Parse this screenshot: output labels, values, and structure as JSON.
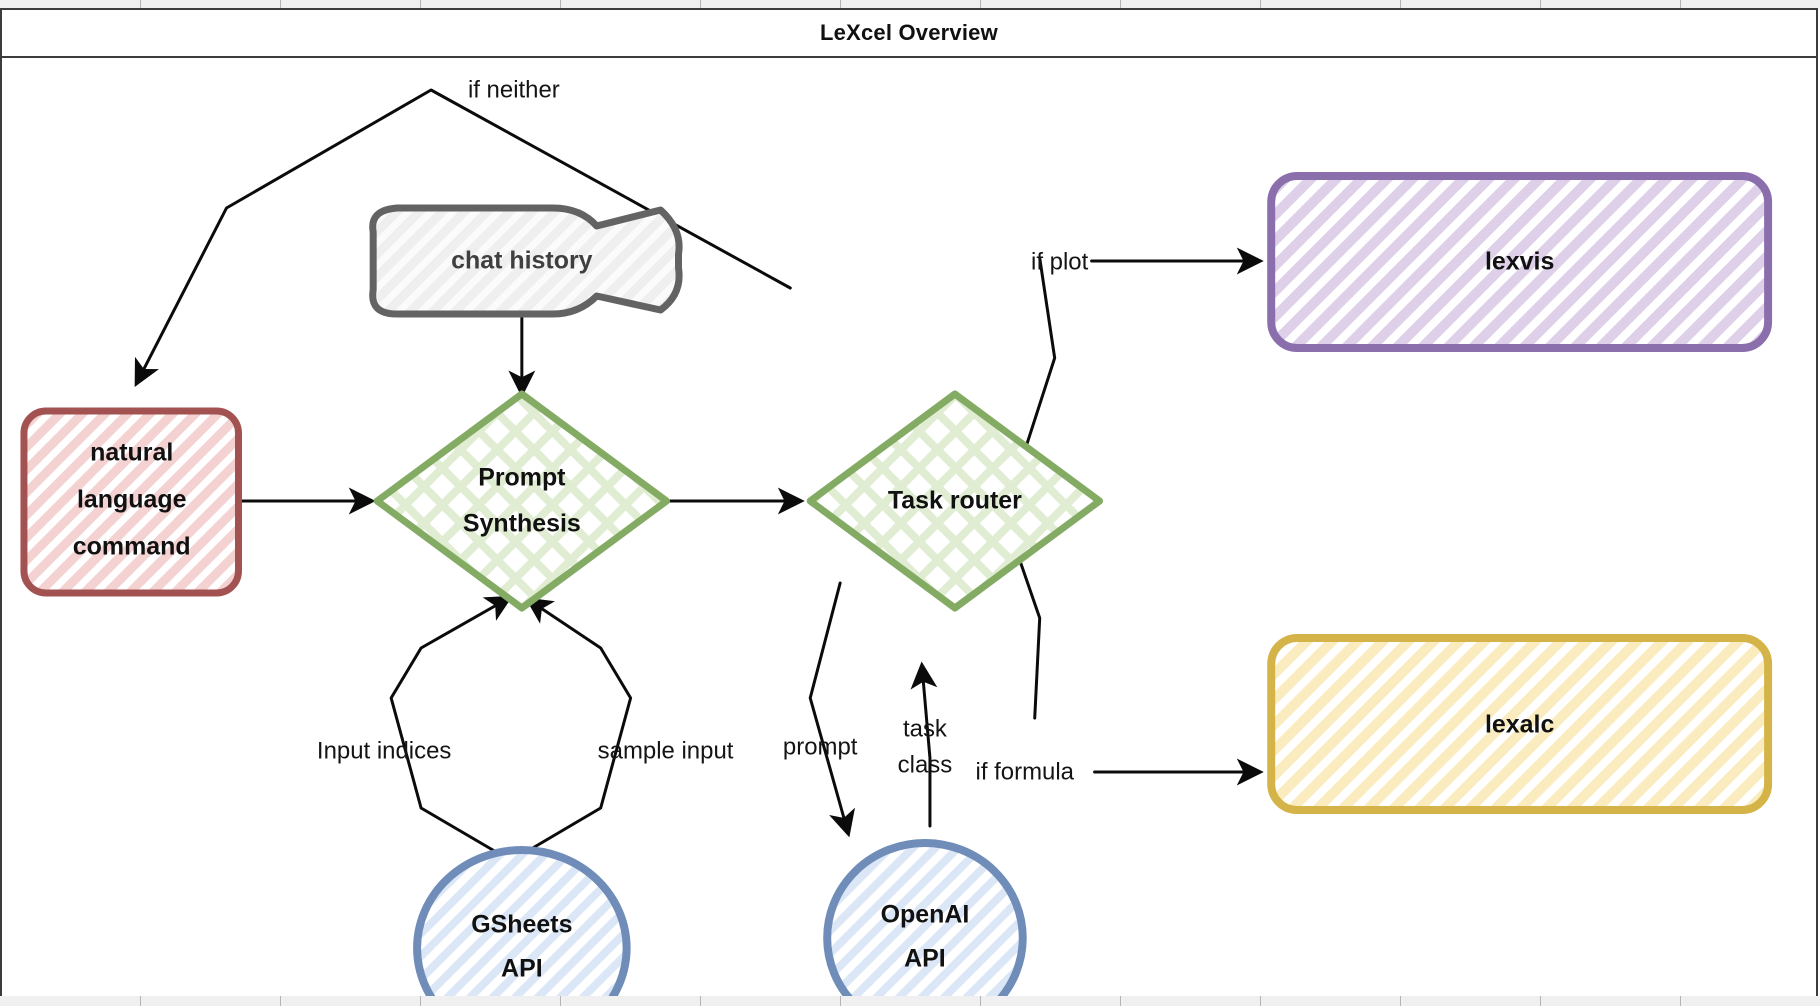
{
  "window": {
    "title": "LeXcel Overview"
  },
  "ruler": {
    "tick_count": 12
  },
  "diagram": {
    "type": "flowchart",
    "nodes": [
      {
        "id": "nlc",
        "label_lines": [
          "natural",
          "language",
          "command"
        ],
        "shape": "rounded-rect",
        "stroke": "#a35252",
        "fill": "#f7dede",
        "hatch": "diagonal-stripe",
        "hatch_color": "#f1c9c9"
      },
      {
        "id": "chat_history",
        "label_lines": [
          "chat history"
        ],
        "shape": "octagon",
        "stroke": "#636363",
        "fill": "#f7f7f7",
        "hatch": "diagonal-stripe",
        "hatch_color": "#ebebeb"
      },
      {
        "id": "prompt_synthesis",
        "label_lines": [
          "Prompt",
          "Synthesis"
        ],
        "shape": "diamond",
        "stroke": "#84ab63",
        "fill": "#ffffff",
        "hatch": "cross-hatch",
        "hatch_color": "#dcead0"
      },
      {
        "id": "task_router",
        "label_lines": [
          "Task router"
        ],
        "shape": "diamond",
        "stroke": "#84ab63",
        "fill": "#ffffff",
        "hatch": "cross-hatch",
        "hatch_color": "#dcead0"
      },
      {
        "id": "lexvis",
        "label_lines": [
          "lexvis"
        ],
        "shape": "rounded-rect",
        "stroke": "#8b6fad",
        "fill": "#e7ddee",
        "hatch": "diagonal-stripe",
        "hatch_color": "#cdbcdb"
      },
      {
        "id": "lexalc",
        "label_lines": [
          "lexalc"
        ],
        "shape": "rounded-rect",
        "stroke": "#d5b martial",
        "fill": "#fcf2cf",
        "hatch": "diagonal-stripe",
        "hatch_color": "#f5e3ab"
      },
      {
        "id": "gsheets_api",
        "label_lines": [
          "GSheets",
          "API"
        ],
        "shape": "circle",
        "stroke": "#6f8db8",
        "fill": "#ffffff",
        "hatch": "diagonal-stripe",
        "hatch_color": "#d6e3f5"
      },
      {
        "id": "openai_api",
        "label_lines": [
          "OpenAI",
          "API"
        ],
        "shape": "circle",
        "stroke": "#6f8db8",
        "fill": "#ffffff",
        "hatch": "diagonal-stripe",
        "hatch_color": "#d6e3f5"
      }
    ],
    "edges": [
      {
        "id": "e-neither-left",
        "from": "if-neither-junction",
        "to": "nlc",
        "label": "if neither"
      },
      {
        "id": "e-neither-right",
        "from": "task_router",
        "to": "if-neither-junction",
        "label": ""
      },
      {
        "id": "e-chat",
        "from": "chat_history",
        "to": "prompt_synthesis",
        "label": ""
      },
      {
        "id": "e-nlc",
        "from": "nlc",
        "to": "prompt_synthesis",
        "label": ""
      },
      {
        "id": "e-ps-tr",
        "from": "prompt_synthesis",
        "to": "task_router",
        "label": ""
      },
      {
        "id": "e-indices",
        "from": "gsheets_api",
        "to": "prompt_synthesis",
        "label": "Input indices"
      },
      {
        "id": "e-sample",
        "from": "gsheets_api",
        "to": "prompt_synthesis",
        "label": "sample input"
      },
      {
        "id": "e-prompt",
        "from": "task_router",
        "to": "openai_api",
        "label": "prompt"
      },
      {
        "id": "e-taskclass",
        "from": "openai_api",
        "to": "task_router",
        "label": "task class"
      },
      {
        "id": "e-plot",
        "from": "task_router",
        "to": "lexvis",
        "label": "if plot"
      },
      {
        "id": "e-formula",
        "from": "task_router",
        "to": "lexalc",
        "label": "if formula"
      }
    ],
    "labels": {
      "if_neither": "if neither",
      "input_indices": "Input indices",
      "sample_input": "sample input",
      "prompt": "prompt",
      "task_class_line1": "task",
      "task_class_line2": "class",
      "if_plot": "if plot",
      "if_formula": "if formula"
    },
    "node_text": {
      "nlc_l1": "natural",
      "nlc_l2": "language",
      "nlc_l3": "command",
      "chat_history": "chat history",
      "ps_l1": "Prompt",
      "ps_l2": "Synthesis",
      "task_router": "Task router",
      "lexvis": "lexvis",
      "lexalc": "lexalc",
      "gsheets_l1": "GSheets",
      "gsheets_l2": "API",
      "openai_l1": "OpenAI",
      "openai_l2": "API"
    }
  }
}
